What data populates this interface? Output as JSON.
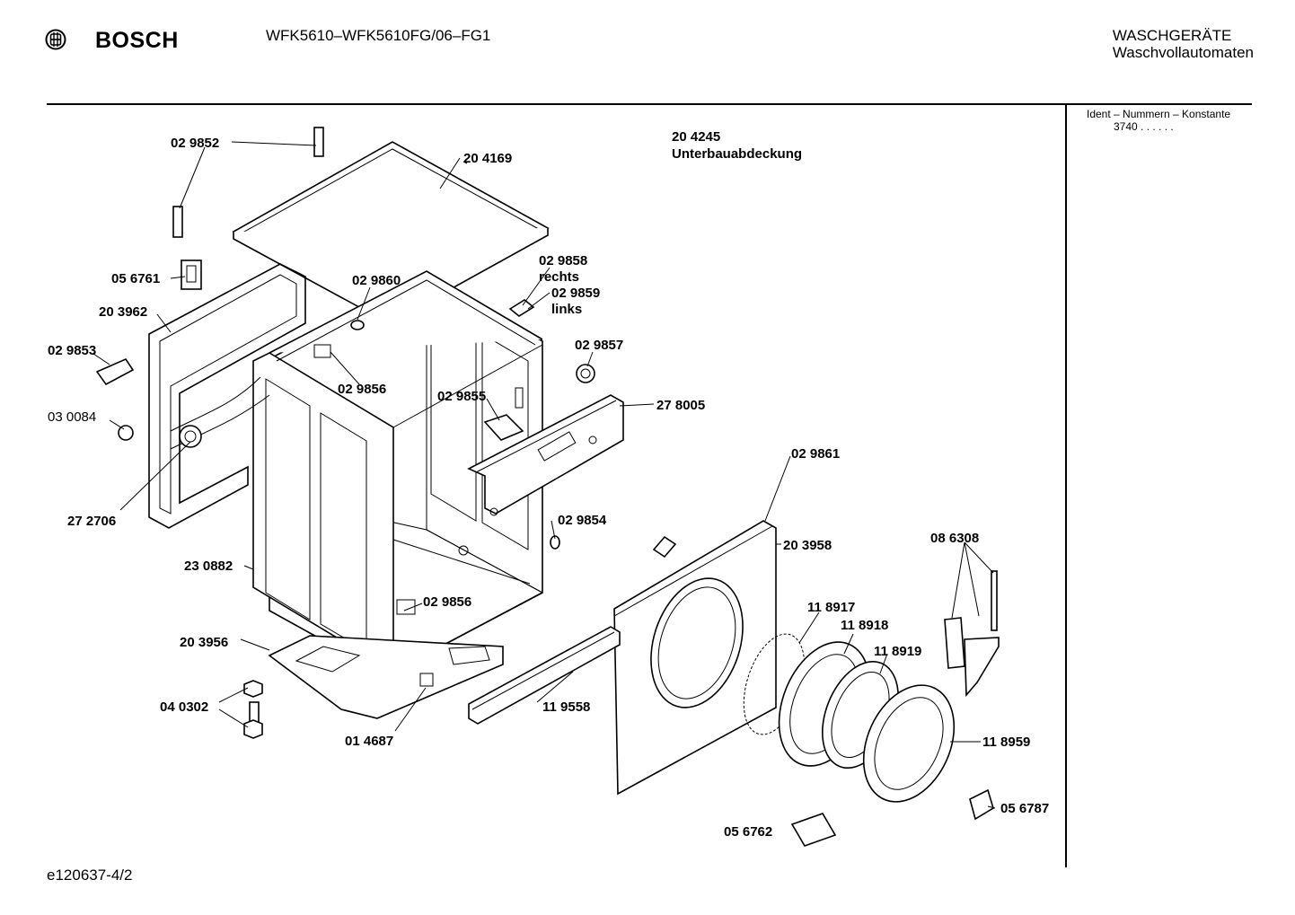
{
  "header": {
    "brand": "BOSCH",
    "model": "WFK5610–WFK5610FG/06–FG1",
    "category_line1": "WASCHGERÄTE",
    "category_line2": "Waschvollautomaten"
  },
  "sidebar": {
    "ident_title": "Ident – Nummern – Konstante",
    "ident_value": "3740  .  .  .  .  .  ."
  },
  "footer": {
    "doc_id": "e120637-4/2"
  },
  "assembly": {
    "number": "20 4245",
    "name": "Unterbauabdeckung"
  },
  "labels": {
    "p029852": "02 9852",
    "p204169": "20 4169",
    "p056761": "05 6761",
    "p029860": "02 9860",
    "p029858": "02 9858",
    "rechts": "rechts",
    "p029859": "02 9859",
    "links": "links",
    "p203962": "20 3962",
    "p029853": "02 9853",
    "p029857": "02 9857",
    "p029856a": "02 9856",
    "p029855": "02 9855",
    "p278005": "27 8005",
    "p030084": "03 0084",
    "p029861": "02 9861",
    "p272706": "27 2706",
    "p029854": "02 9854",
    "p203958": "20 3958",
    "p086308": "08 6308",
    "p230882": "23 0882",
    "p029856b": "02 9856",
    "p118917": "11 8917",
    "p118918": "11 8918",
    "p118919": "11 8919",
    "p203956": "20 3956",
    "p040302": "04 0302",
    "p119558": "11 9558",
    "p118959": "11 8959",
    "p014687": "01 4687",
    "p056787": "05 6787",
    "p056762": "05 6762"
  },
  "colors": {
    "ink": "#000000",
    "paper": "#ffffff"
  },
  "icons": {
    "logo": "bosch-armature-logo"
  }
}
